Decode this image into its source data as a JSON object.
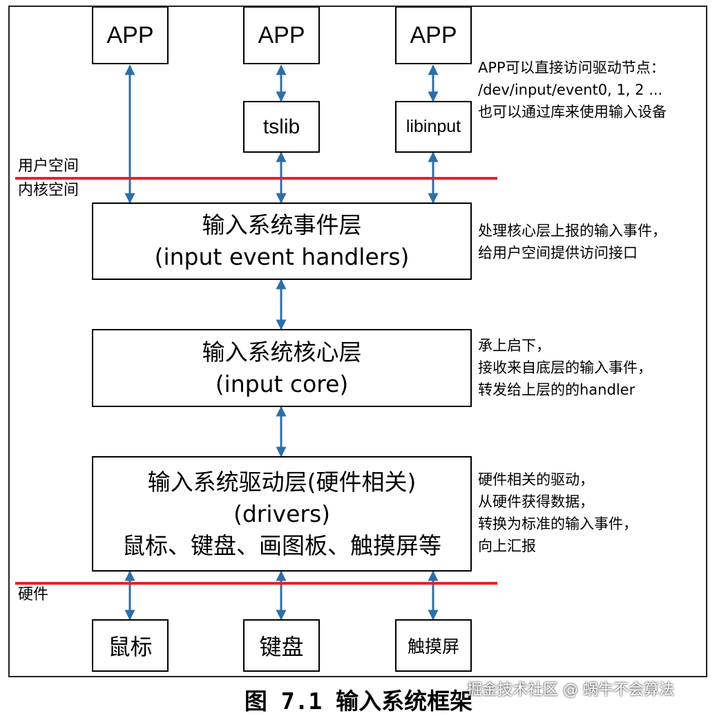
{
  "diagram": {
    "apps": [
      "APP",
      "APP",
      "APP"
    ],
    "libs": [
      "tslib",
      "libinput"
    ],
    "zones": {
      "user_space": "用户空间",
      "kernel_space": "内核空间",
      "hardware": "硬件"
    },
    "layers": {
      "event": {
        "line1": "输入系统事件层",
        "line2": "(input event handlers)"
      },
      "core": {
        "line1": "输入系统核心层",
        "line2": "(input core)"
      },
      "driver": {
        "line1": "输入系统驱动层(硬件相关)",
        "line2": "(drivers)",
        "line3": "鼠标、键盘、画图板、触摸屏等"
      }
    },
    "hardware_devices": [
      "鼠标",
      "键盘",
      "触摸屏"
    ],
    "notes": {
      "app": [
        "APP可以直接访问驱动节点：",
        "/dev/input/event0, 1, 2 ...",
        "也可以通过库来使用输入设备"
      ],
      "event": [
        "处理核心层上报的输入事件，",
        "给用户空间提供访问接口"
      ],
      "core": [
        "承上启下，",
        "接收来自底层的输入事件，",
        "转发给上层的的handler"
      ],
      "driver": [
        "硬件相关的驱动，",
        "从硬件获得数据，",
        "转换为标准的输入事件，",
        "向上汇报"
      ]
    },
    "arrow_color": "#2e6ea6",
    "line_color": "#e8202a"
  },
  "caption": "图 7.1 输入系统框架",
  "watermark": "掘金技术社区 @ 蜗牛不会算法"
}
